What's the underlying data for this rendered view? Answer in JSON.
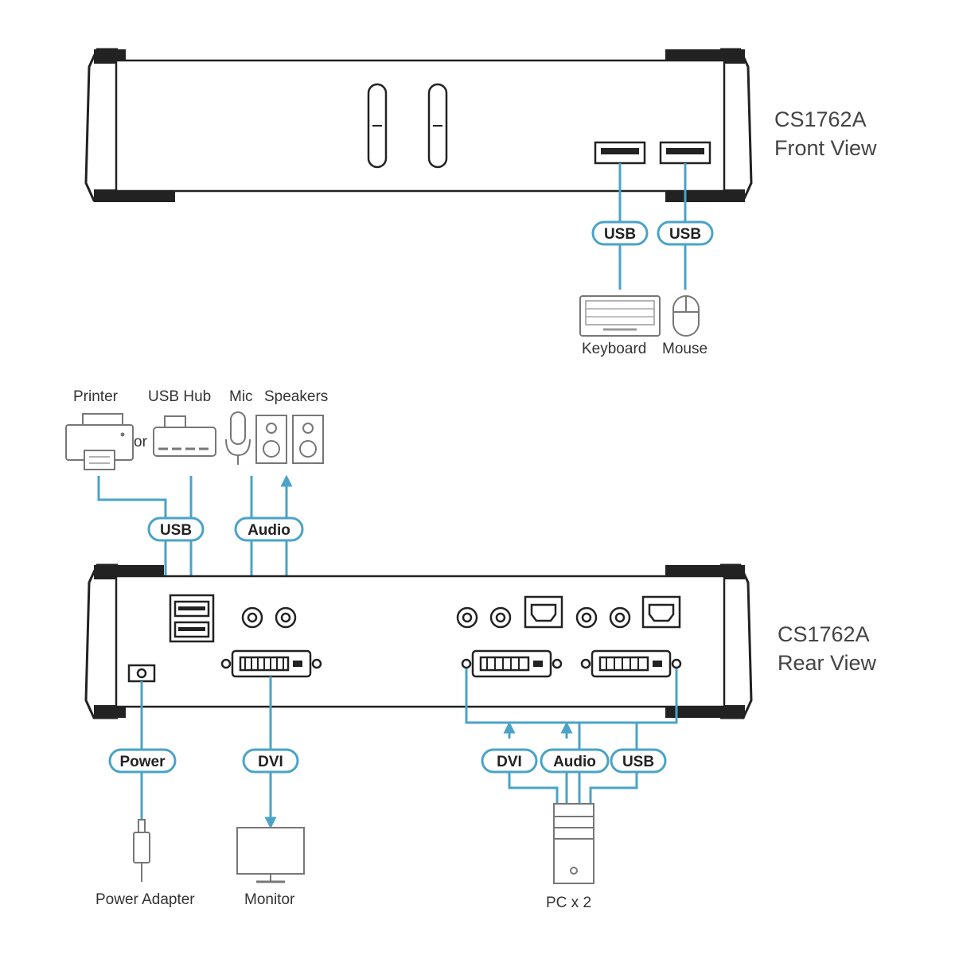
{
  "colors": {
    "cable": "#4aa3c8",
    "device": "#222222",
    "peripheral": "#777777"
  },
  "front": {
    "model": "CS1762A",
    "view": "Front View",
    "cables": {
      "keyboard": "USB",
      "mouse": "USB"
    },
    "devices": {
      "keyboard": "Keyboard",
      "mouse": "Mouse"
    }
  },
  "rear": {
    "model": "CS1762A",
    "view": "Rear View",
    "top_devices": {
      "printer": "Printer",
      "or": "or",
      "usb_hub": "USB Hub",
      "mic": "Mic",
      "speakers": "Speakers"
    },
    "top_cables": {
      "usb": "USB",
      "audio": "Audio"
    },
    "bottom_cables": {
      "power": "Power",
      "dvi_out": "DVI",
      "dvi_in": "DVI",
      "audio": "Audio",
      "usb": "USB"
    },
    "bottom_devices": {
      "power_adapter": "Power Adapter",
      "monitor": "Monitor",
      "pc": "PC x 2"
    }
  }
}
